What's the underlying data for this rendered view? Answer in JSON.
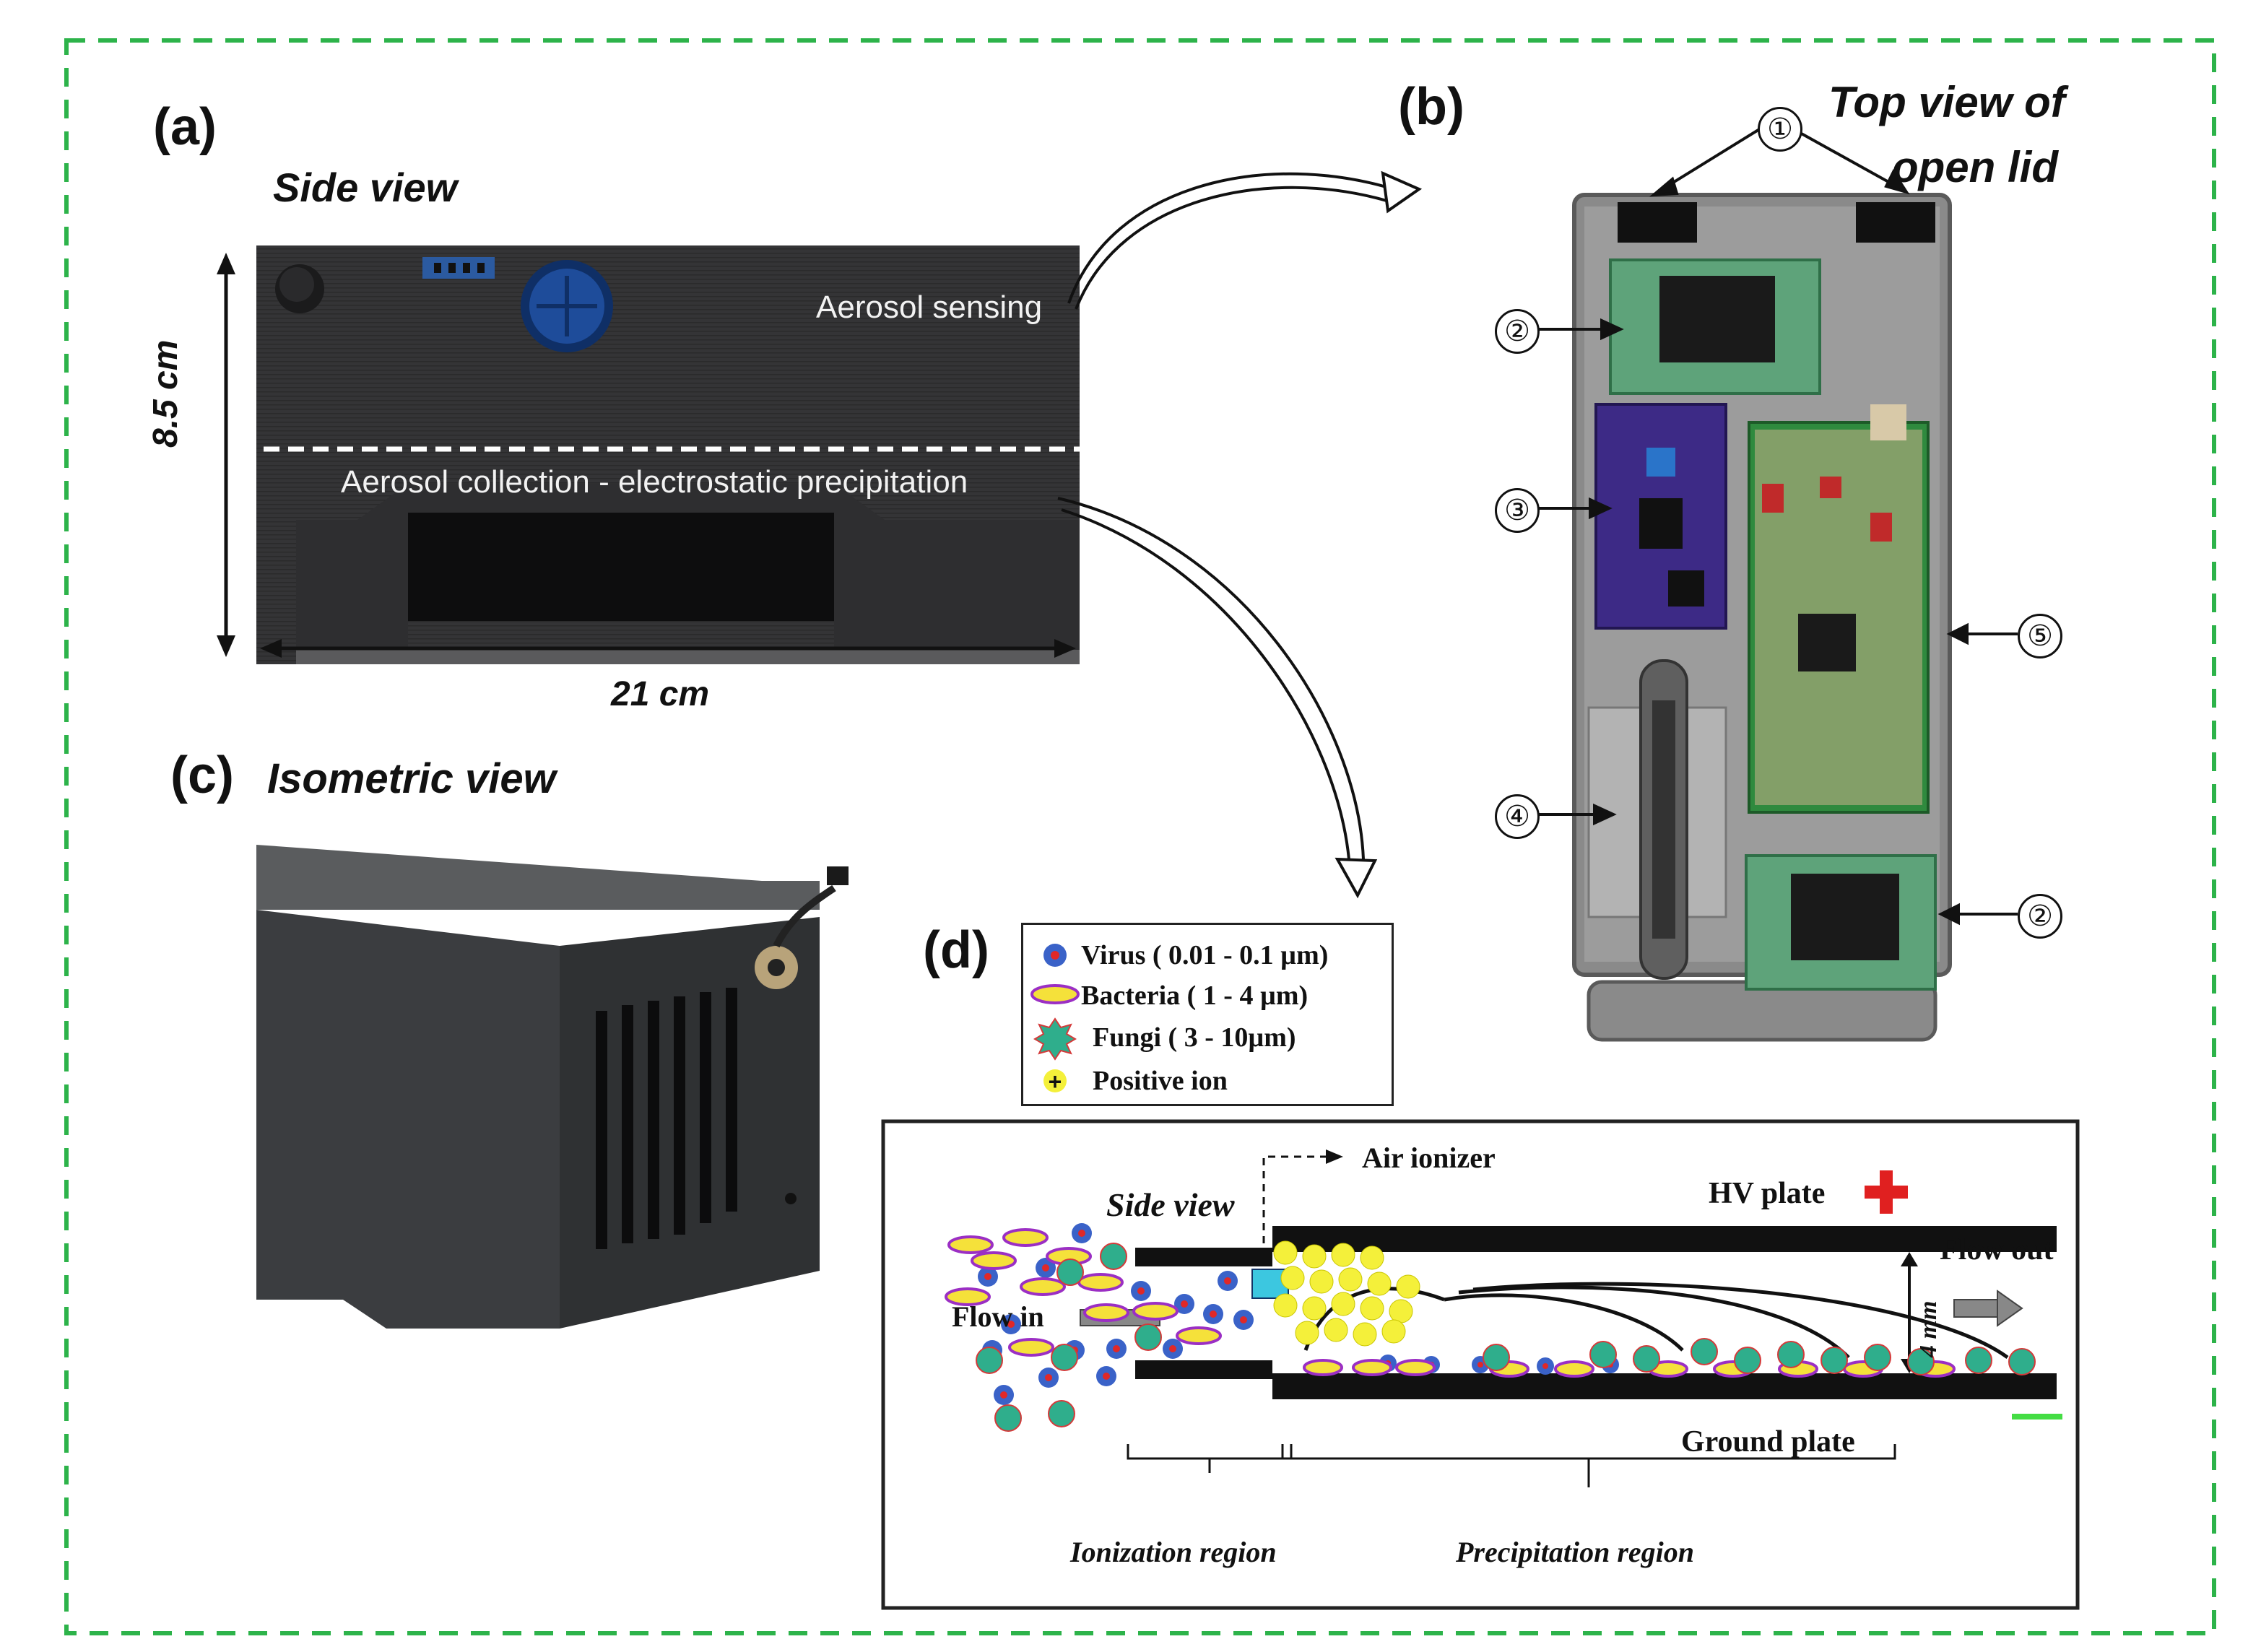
{
  "panels": {
    "a": {
      "letter": "(a)",
      "view_label": "Side view",
      "sensing_label": "Aerosol sensing",
      "collection_label": "Aerosol collection - electrostatic precipitation",
      "height_label": "8.5 cm",
      "width_label": "21 cm"
    },
    "b": {
      "letter": "(b)",
      "view_label_line1": "Top view of",
      "view_label_line2": "open lid",
      "callouts": [
        "①",
        "②",
        "③",
        "④",
        "⑤",
        "②"
      ]
    },
    "c": {
      "letter": "(c)",
      "view_label": "Isometric view"
    },
    "d": {
      "letter": "(d)",
      "legend": [
        {
          "symbol": "virus-icon",
          "text": "Virus ( 0.01 - 0.1  µm)"
        },
        {
          "symbol": "bacteria-icon",
          "text": "Bacteria ( 1 - 4 µm)"
        },
        {
          "symbol": "fungi-icon",
          "text": "Fungi ( 3 - 10µm)"
        },
        {
          "symbol": "positive-ion-icon",
          "text": "Positive ion"
        }
      ],
      "air_ionizer": "Air ionizer",
      "side_view": "Side view",
      "hv_plate": "HV plate",
      "flow_out": "Flow out",
      "flow_in": "Flow in",
      "gap": "4 mm",
      "ground_plate": "Ground plate",
      "ionization_region": "Ionization region",
      "precipitation_region": "Precipitation region"
    }
  },
  "colors": {
    "border_dash": "#2db34a",
    "virus_fill": "#3a62c8",
    "virus_dot": "#e02828",
    "bacteria_fill": "#f5e13a",
    "bacteria_ring": "#9b2fc4",
    "fungi_fill": "#2fae8c",
    "fungi_edge": "#d43a3a",
    "ion_fill": "#f4f03a",
    "hv_plus": "#e02020",
    "ground_bar": "#44dd44",
    "ionizer_box": "#3cc7e0"
  }
}
